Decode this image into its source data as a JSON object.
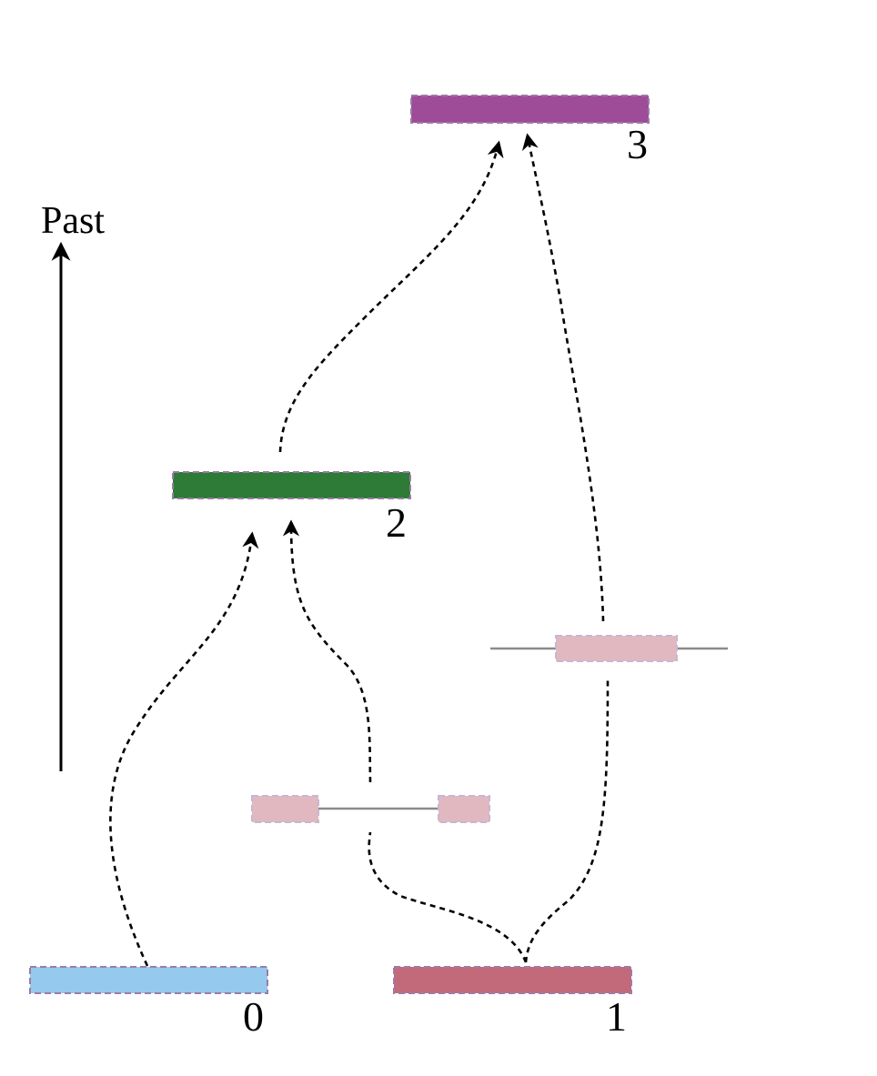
{
  "axis": {
    "label": "Past"
  },
  "nodes": [
    {
      "id": "0",
      "label": "0",
      "color": "#95c9ee"
    },
    {
      "id": "1",
      "label": "1",
      "color": "#c26a7a"
    },
    {
      "id": "2",
      "label": "2",
      "color": "#2e7a37"
    },
    {
      "id": "3",
      "label": "3",
      "color": "#9e4c98"
    }
  ],
  "ghost_nodes": [
    {
      "id": "ghost-left",
      "color": "#e2b8c0"
    },
    {
      "id": "ghost-right",
      "color": "#e2b8c0"
    }
  ],
  "edges": [
    {
      "from": "0",
      "to": "2"
    },
    {
      "from": "1",
      "to": "2",
      "via": "ghost-left"
    },
    {
      "from": "1",
      "to": "3",
      "via": "ghost-right"
    },
    {
      "from": "2",
      "to": "3"
    }
  ],
  "colors": {
    "edge": "#000000",
    "ghost_line": "#8a8a8a",
    "node_border": "#9c7ca8"
  }
}
